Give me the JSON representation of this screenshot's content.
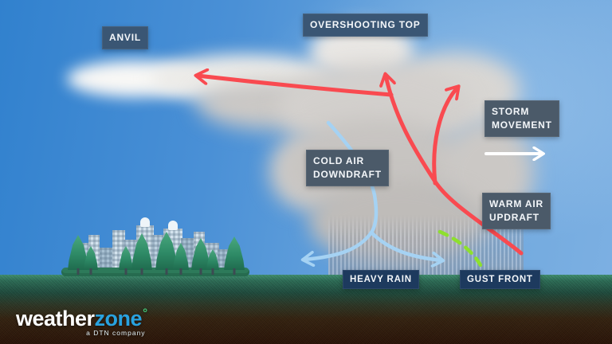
{
  "labels": {
    "anvil": "ANVIL",
    "overshooting_top": "OVERSHOOTING TOP",
    "storm_movement": [
      "STORM",
      "MOVEMENT"
    ],
    "cold_air_downdraft": [
      "COLD AIR",
      "DOWNDRAFT"
    ],
    "warm_air_updraft": [
      "WARM AIR",
      "UPDRAFT"
    ],
    "heavy_rain": "HEAVY RAIN",
    "gust_front": "GUST FRONT"
  },
  "brand": {
    "name_part1": "weather",
    "name_part2": "zone",
    "degree_mark": "°",
    "tagline": "a DTN company"
  },
  "colors": {
    "sky_left": "#3181ce",
    "sky_right": "#7db0e2",
    "updraft_arrow": "#f94a50",
    "downdraft_arrow": "#a5d2f3",
    "gust_front_line": "#8ee02e",
    "storm_movement_arrow": "#ffffff",
    "label_bg_top": "#3a5674",
    "label_bg_mid": "#4b5a69",
    "label_bg_bottom": "#1d3a5e",
    "grass_green": "#2f7a5f",
    "soil_brown": "#2a1609",
    "logo_zone_blue": "#29a2df",
    "logo_degree_green": "#43c878"
  }
}
